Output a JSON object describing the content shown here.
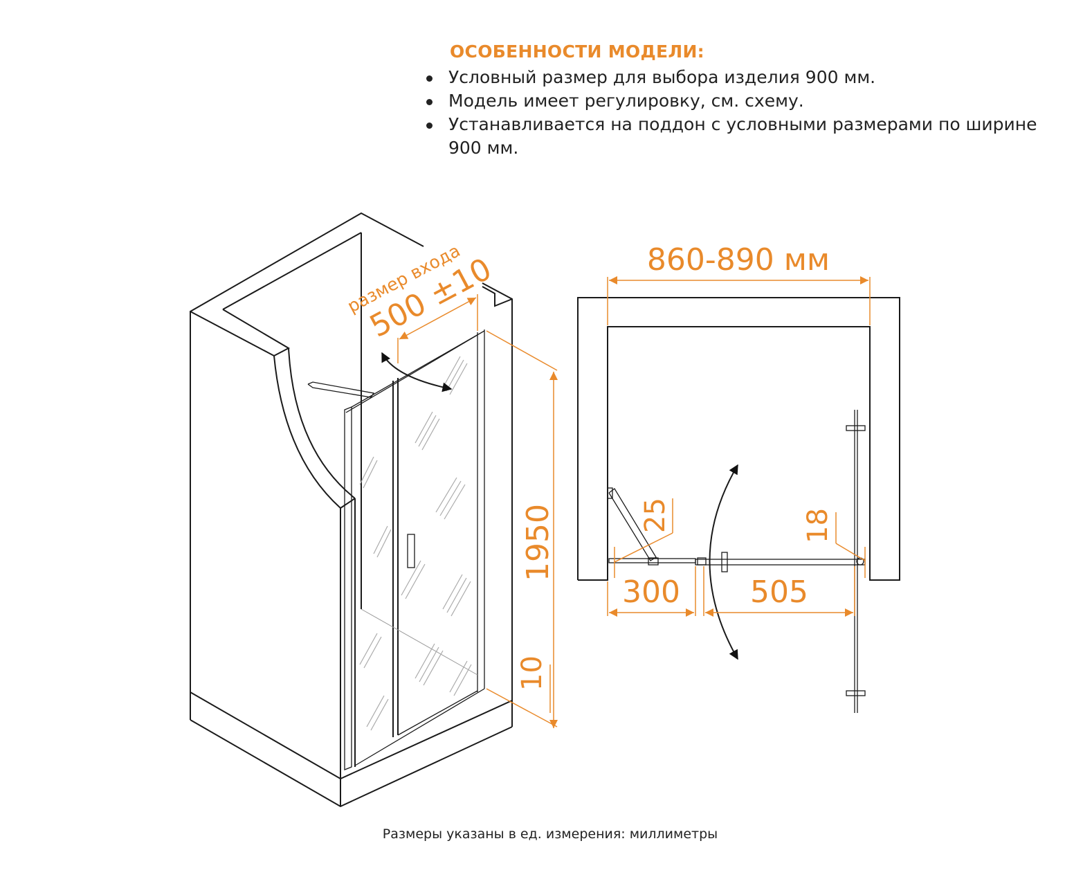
{
  "features": {
    "title": "ОСОБЕННОСТИ МОДЕЛИ:",
    "items": [
      "Условный размер для выбора изделия 900 мм.",
      "Модель имеет регулировку, см. схему.",
      "Устанавливается на поддон с условными размерами по ширине 900 мм."
    ]
  },
  "iso_view": {
    "entrance_label": "размер входа",
    "entrance_value": "500 ±10",
    "height_value": "1950",
    "gap_value": "10"
  },
  "plan_view": {
    "width_range": "860-890 мм",
    "dim_fixed": "300",
    "dim_door": "505",
    "dim_adjust_left": "25",
    "dim_adjust_right": "18"
  },
  "footer": "Размеры указаны в ед. измерения: миллиметры",
  "colors": {
    "accent": "#e98a2b",
    "line": "#1a1a1a"
  }
}
